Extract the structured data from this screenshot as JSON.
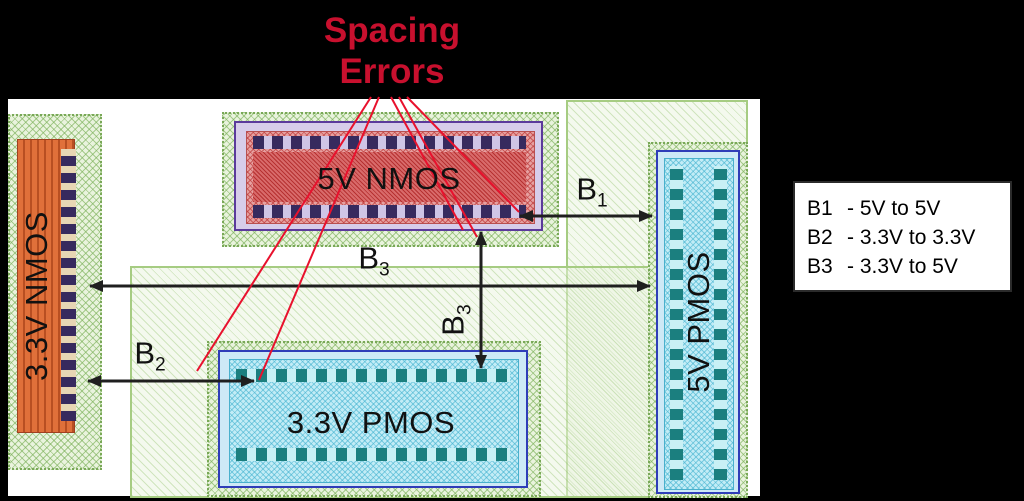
{
  "title": {
    "line1": "Spacing",
    "line2": "Errors"
  },
  "devices": {
    "nmos_33": {
      "label": "3.3V NMOS"
    },
    "nmos_5": {
      "label": "5V NMOS"
    },
    "pmos_33": {
      "label": "3.3V PMOS"
    },
    "pmos_5": {
      "label": "5V PMOS"
    }
  },
  "arrows": {
    "b1": {
      "base": "B",
      "sub": "1"
    },
    "b2": {
      "base": "B",
      "sub": "2"
    },
    "b3_horizontal": {
      "base": "B",
      "sub": "3"
    },
    "b3_vertical": {
      "base": "B",
      "sub": "3"
    }
  },
  "legend": {
    "items": [
      {
        "key": "B1",
        "desc": "- 5V to 5V"
      },
      {
        "key": "B2",
        "desc": "- 3.3V to 3.3V"
      },
      {
        "key": "B3",
        "desc": "- 3.3V to 5V"
      }
    ]
  },
  "colors": {
    "title_red": "#c8102e",
    "error_line_red": "#e8112d",
    "arrow_black": "#1f1f1f",
    "well_green": "#79a857",
    "nmos5_red": "#d86a6a",
    "nmos33_orange": "#e0703a",
    "pmos_cyan": "#c2ecf6",
    "contact_navy": "#372a5e",
    "contact_teal": "#1b7f7f",
    "purple_border": "#5b3a9b",
    "blue_border": "#2f3db8",
    "background": "#000000"
  }
}
